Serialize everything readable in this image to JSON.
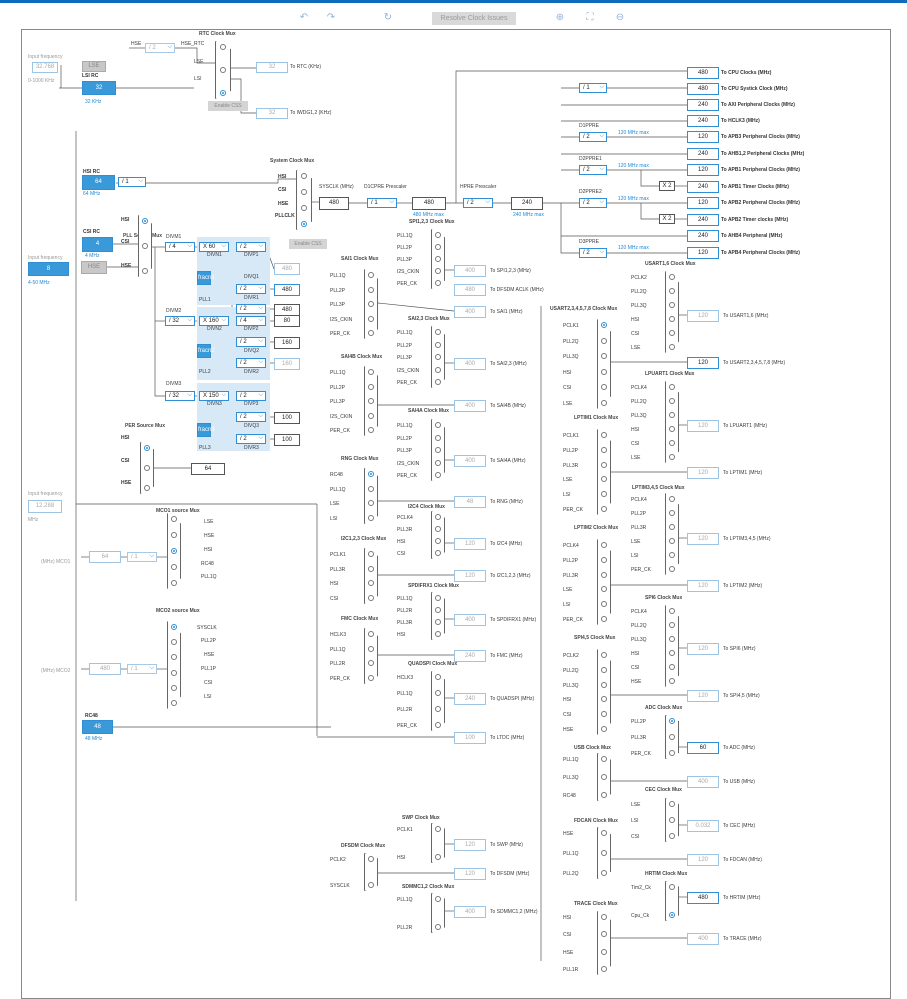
{
  "toolbar": {
    "resolve": "Resolve Clock Issues",
    "undo": "↶",
    "redo": "↷",
    "refresh": "↻",
    "zoom_in": "⊕",
    "fit": "⛶",
    "zoom_out": "⊖"
  },
  "labels": [
    "Input frequency",
    "32.768",
    "0-1000 KHz",
    "LSE",
    "LSI RC",
    "32",
    "32 KHz",
    "RTC Clock Mux",
    "HSE",
    "/ 2",
    "HSE_RTC",
    "LSE",
    "LSI",
    "32",
    "To RTC (KHz)",
    "Enable CSS",
    "32",
    "To IWDG1,2 (KHz)",
    "HSI RC",
    "64",
    "64 MHz",
    "/ 1",
    "System Clock Mux",
    "HSI",
    "CSI",
    "HSE",
    "PLLCLK",
    "Enable CSS",
    "SYSCLK (MHz)",
    "480",
    "D1CPRE Prescaler",
    "/ 1",
    "480",
    "480 MHz max",
    "HPRE Prescaler",
    "/ 2",
    "240",
    "240 MHz max",
    "/ 1",
    "480",
    "To CPU Clocks (MHz)",
    "480",
    "To CPU Systick Clock (MHz)",
    "240",
    "To AXI Peripheral Clocks (MHz)",
    "240",
    "To HCLK3 (MHz)",
    "D1PPRE",
    "/ 2",
    "120 MHz max",
    "120",
    "To APB3 Peripheral Clocks (MHz)",
    "240",
    "To AHB1,2 Peripheral Clocks (MHz)",
    "D2PPRE1",
    "/ 2",
    "120 MHz max",
    "120",
    "To APB1 Peripheral Clocks (MHz)",
    "X 2",
    "240",
    "To APB1 Timer Clocks (MHz)",
    "D2PPRE2",
    "/ 2",
    "120 MHz max",
    "120",
    "To APB2 Peripheral Clocks (MHz)",
    "X 2",
    "240",
    "To APB2 Timer clocks (MHz)",
    "240",
    "To AHB4 Peripheral (MHz)",
    "D3PPRE",
    "/ 2",
    "120 MHz max",
    "120",
    "To APB4 Peripheral Clocks (MHz)",
    "CSI RC",
    "4",
    "4 MHz",
    "PLL Source Mux",
    "HSI",
    "CSI",
    "HSE",
    "Input frequency",
    "8",
    "4-50 MHz",
    "HSE",
    "DIVM1",
    "/ 4",
    "DIVN1",
    "X 60",
    "DIVP1",
    "/ 2",
    "480",
    "fracn1",
    "DIVQ1",
    "/ 2",
    "480",
    "DIVR1",
    "/ 2",
    "480",
    "PLL1",
    "DIVM2",
    "/ 32",
    "DIVN2",
    "X 160",
    "DIVP2",
    "/ 4",
    "80",
    "fracn2",
    "DIVQ2",
    "/ 2",
    "160",
    "DIVR2",
    "/ 2",
    "160",
    "PLL2",
    "DIVM3",
    "/ 32",
    "DIVN3",
    "X 150",
    "DIVP3",
    "/ 2",
    "100",
    "fracn3",
    "DIVQ3",
    "/ 2",
    "100",
    "DIVR3",
    "/ 2",
    "100",
    "PLL3",
    "PER Source Mux",
    "HSI",
    "CSI",
    "HSE",
    "64",
    "Input frequency",
    "12.288",
    "MHz",
    "MCO1 source Mux",
    "LSE",
    "HSE",
    "HSI",
    "RC48",
    "PLL1Q",
    "(MHz) MCO1",
    "64",
    "/ 1",
    "MCO2 source Mux",
    "SYSCLK",
    "PLL2P",
    "HSE",
    "PLL1P",
    "CSI",
    "LSI",
    "(MHz) MCO2",
    "480",
    "/ 1",
    "RC48",
    "48",
    "48 MHz",
    "SPI1,2,3 Clock Mux",
    "PLL1Q",
    "PLL2P",
    "PLL3P",
    "I2S_CKIN",
    "PER_CK",
    "400",
    "To SPI1,2,3 (MHz)",
    "SAI1 Clock Mux",
    "PLL1Q",
    "PLL2P",
    "PLL3P",
    "I2S_CKIN",
    "PER_CK",
    "480",
    "To DFSDM ACLK (MHz)",
    "400",
    "To SAI1 (MHz)",
    "SAI2,3 Clock Mux",
    "PLL1Q",
    "PLL2P",
    "PLL3P",
    "I2S_CKIN",
    "PER_CK",
    "400",
    "To SAI2,3 (MHz)",
    "SAI4B Clock Mux",
    "PLL1Q",
    "PLL2P",
    "PLL3P",
    "I2S_CKIN",
    "PER_CK",
    "400",
    "To SAI4B (MHz)",
    "SAI4A Clock Mux",
    "PLL1Q",
    "PLL2P",
    "PLL3P",
    "I2S_CKIN",
    "PER_CK",
    "400",
    "To SAI4A (MHz)",
    "RNG Clock Mux",
    "RC48",
    "PLL1Q",
    "LSE",
    "LSI",
    "48",
    "To RNG (MHz)",
    "I2C4 Clock Mux",
    "PCLK4",
    "PLL3R",
    "HSI",
    "CSI",
    "120",
    "To I2C4 (MHz)",
    "I2C1,2,3 Clock Mux",
    "PCLK1",
    "PLL3R",
    "HSI",
    "CSI",
    "120",
    "To I2C1,2,3 (MHz)",
    "SPDIFRX1 Clock Mux",
    "PLL1Q",
    "PLL2R",
    "PLL3R",
    "HSI",
    "400",
    "To SPDIFRX1 (MHz)",
    "FMC Clock Mux",
    "HCLK3",
    "PLL1Q",
    "PLL2R",
    "PER_CK",
    "240",
    "To FMC (MHz)",
    "QUADSPI Clock Mux",
    "HCLK3",
    "PLL1Q",
    "PLL2R",
    "PER_CK",
    "240",
    "To QUADSPI (MHz)",
    "100",
    "To LTDC (MHz)",
    "SWP Clock Mux",
    "PCLK1",
    "HSI",
    "120",
    "To SWP (MHz)",
    "DFSDM Clock Mux",
    "PCLK2",
    "SYSCLK",
    "120",
    "To DFSDM (MHz)",
    "SDMMC1,2 Clock Mux",
    "PLL1Q",
    "PLL2R",
    "400",
    "To SDMMC1,2 (MHz)",
    "USART1,6 Clock Mux",
    "PCLK2",
    "PLL2Q",
    "PLL3Q",
    "HSI",
    "CSI",
    "LSE",
    "120",
    "To USART1,6 (MHz)",
    "USART2,3,4,5,7,8 Clock Mux",
    "PCLK1",
    "PLL2Q",
    "PLL3Q",
    "HSI",
    "CSI",
    "LSE",
    "120",
    "To USART2,3,4,5,7,8 (MHz)",
    "LPUART1 Clock Mux",
    "PCLK4",
    "PLL2Q",
    "PLL3Q",
    "HSI",
    "CSI",
    "LSE",
    "120",
    "To LPUART1 (MHz)",
    "LPTIM1 Clock Mux",
    "PCLK1",
    "PLL2P",
    "PLL3R",
    "LSE",
    "LSI",
    "PER_CK",
    "120",
    "To LPTIM1 (MHz)",
    "LPTIM3,4,5 Clock Mux",
    "PCLK4",
    "PLL2P",
    "PLL3R",
    "LSE",
    "LSI",
    "PER_CK",
    "120",
    "To LPTIM3,4,5 (MHz)",
    "LPTIM2 Clock Mux",
    "PCLK4",
    "PLL2P",
    "PLL3R",
    "LSE",
    "LSI",
    "PER_CK",
    "120",
    "To LPTIM2 (MHz)",
    "SPI6 Clock Mux",
    "PCLK4",
    "PLL2Q",
    "PLL3Q",
    "HSI",
    "CSI",
    "HSE",
    "120",
    "To SPI6 (MHz)",
    "SPI4,5 Clock Mux",
    "PCLK2",
    "PLL2Q",
    "PLL3Q",
    "HSI",
    "CSI",
    "HSE",
    "120",
    "To SPI4,5 (MHz)",
    "ADC Clock Mux",
    "PLL2P",
    "PLL3R",
    "PER_CK",
    "60",
    "To ADC (MHz)",
    "USB Clock Mux",
    "PLL1Q",
    "PLL3Q",
    "RC48",
    "400",
    "To USB (MHz)",
    "CEC Clock Mux",
    "LSE",
    "LSI",
    "CSI",
    "0.032",
    "To CEC (MHz)",
    "FDCAN Clock Mux",
    "HSE",
    "PLL1Q",
    "PLL2Q",
    "120",
    "To FDCAN (MHz)",
    "HRTIM Clock Mux",
    "Tim2_Ck",
    "Cpu_Ck",
    "480",
    "To HRTIM (MHz)",
    "TRACE Clock Mux",
    "HSI",
    "CSI",
    "HSE",
    "PLL1R",
    "400",
    "To TRACE (MHz)"
  ],
  "colors": {
    "accent": "#2f8ed4",
    "filled": "#3a9ad9",
    "shade": "#d7e8f6",
    "wire": "#555555"
  }
}
